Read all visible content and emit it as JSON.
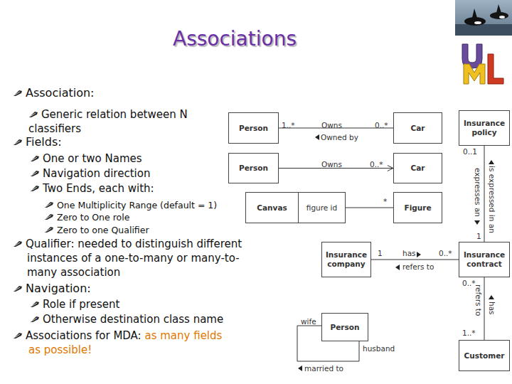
{
  "diagram": {
    "title": "Associations",
    "nodes": [
      {
        "text": [
          "Person"
        ]
      },
      {
        "text": [
          "Car"
        ]
      },
      {
        "text": [
          "Insurance policy"
        ]
      },
      {
        "text": [
          "Person"
        ]
      },
      {
        "text": [
          "Car"
        ]
      },
      {
        "text": [
          "Canvas"
        ]
      },
      {
        "text": [
          "figure id"
        ]
      },
      {
        "text": [
          "Figure"
        ]
      },
      {
        "text": [
          "Insurance company"
        ]
      },
      {
        "text": [
          "Insurance contract"
        ]
      },
      {
        "text": [
          "Person"
        ]
      },
      {
        "text": [
          "Customer"
        ]
      }
    ],
    "edges": [
      {
        "from": 0,
        "to": 1,
        "arrow": "none",
        "label": "Owns"
      },
      {
        "from": 3,
        "to": 4,
        "arrow": "to",
        "label": "Owns"
      },
      {
        "from": 6,
        "to": 7,
        "arrow": "none"
      },
      {
        "from": 2,
        "to": 9,
        "arrow": "none",
        "label": "expresses an"
      },
      {
        "from": 8,
        "to": 9,
        "arrow": "none",
        "label": "has"
      },
      {
        "from": 9,
        "to": 11,
        "arrow": "none",
        "label": "refers to"
      },
      {
        "from": 10,
        "to": 10,
        "arrow": "none",
        "label": "married to"
      }
    ],
    "labels": [
      "Association:",
      "Generic relation between N classifiers",
      "Fields:",
      "One or two Names",
      "Navigation direction",
      "Two Ends, each with:",
      "One Multiplicity Range (default = 1)",
      "Zero to One role",
      "Zero to one Qualifier",
      "Qualifier: needed to distinguish different instances of a one-to-many or many-to-many association",
      "Navigation:",
      "Role if present",
      "Otherwise destination class name",
      "Associations for MDA:",
      "as many fields as possible!",
      "1..*",
      "Owned by",
      "0..*",
      "0..*",
      "*",
      "0..1",
      "is expressed in an",
      "1",
      "1",
      "refers to",
      "0..*",
      "0..*",
      "has",
      "1..*",
      "wife",
      "husband"
    ]
  }
}
